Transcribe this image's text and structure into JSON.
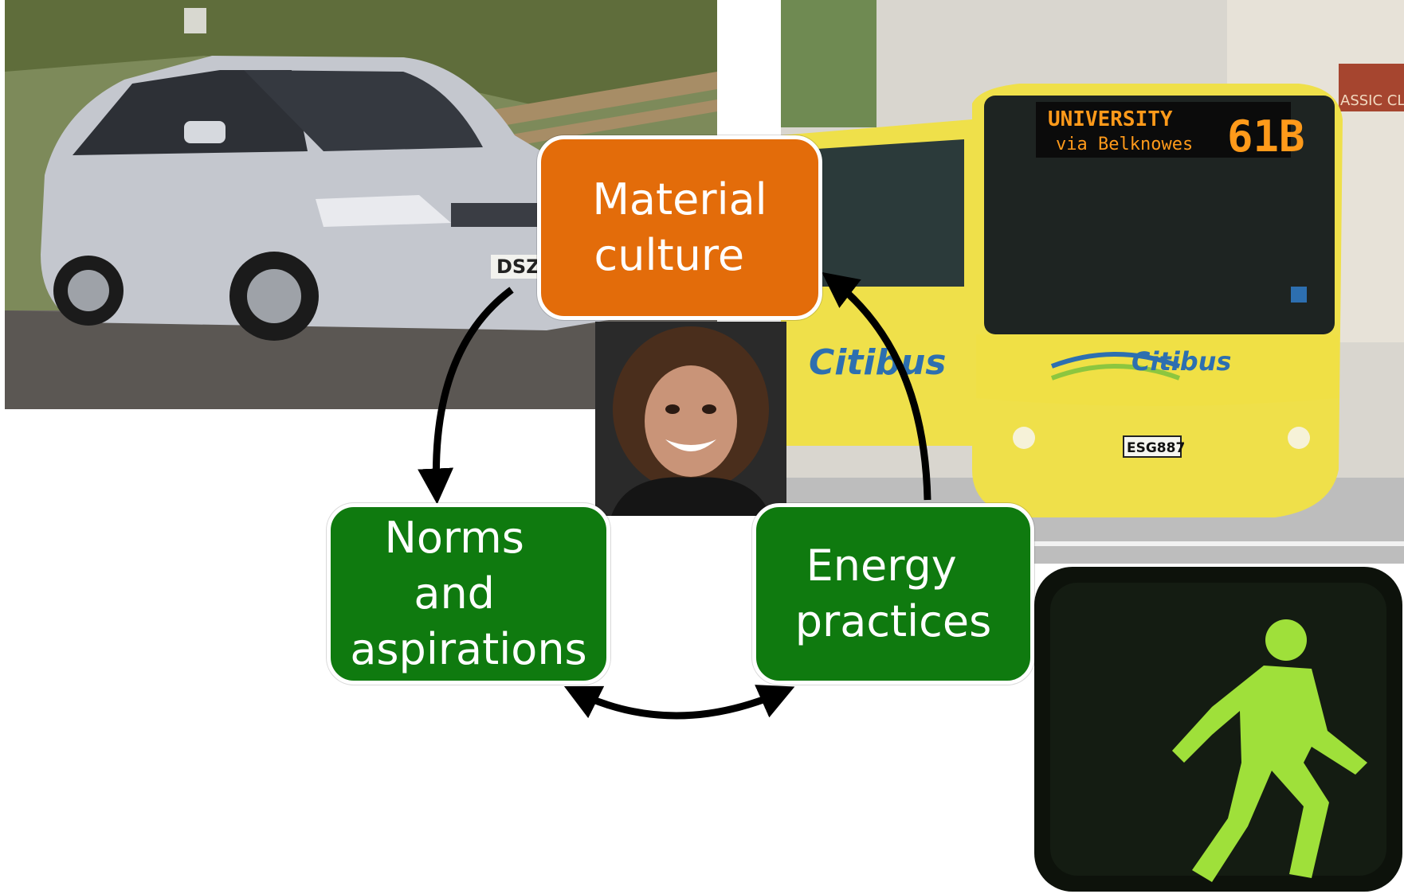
{
  "colors": {
    "material_fill": "#e36c0a",
    "practice_fill": "#0f7a0f",
    "arrow": "#000000",
    "node_border": "#ffffff"
  },
  "nodes": {
    "material": {
      "line1": "Material",
      "line2": "culture"
    },
    "norms": {
      "line1": "Norms and",
      "line2": "aspirations"
    },
    "energy": {
      "line1": "Energy",
      "line2": "practices"
    }
  },
  "photos": {
    "car": {
      "plate": "DSZ"
    },
    "bus": {
      "sign_line1": "UNIVERSITY",
      "sign_line2": "via Belknowes",
      "route": "61B",
      "brand": "Citibus",
      "plate": "ESG887",
      "shop_sign": "ASSIC CLOT"
    },
    "walk_signal": {
      "icon": "pedestrian-walk-icon"
    },
    "portrait": {
      "icon": "person-portrait-icon"
    }
  },
  "edges": [
    {
      "from": "material",
      "to": "norms",
      "direction": "forward"
    },
    {
      "from": "energy",
      "to": "material",
      "direction": "forward"
    },
    {
      "from": "norms",
      "to": "energy",
      "direction": "both"
    }
  ]
}
